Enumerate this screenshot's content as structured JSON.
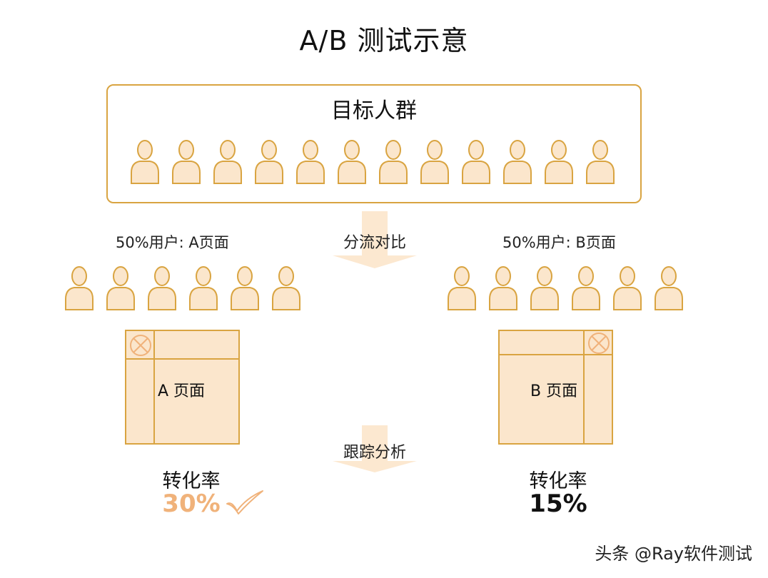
{
  "title": "A/B 测试示意",
  "target_group": {
    "label": "目标人群",
    "person_count": 12
  },
  "split": {
    "label": "分流对比"
  },
  "group_a": {
    "label": "50%用户: A页面",
    "person_count": 6,
    "page_label": "A 页面",
    "conversion_label": "转化率",
    "conversion_rate": "30%",
    "winner": true
  },
  "group_b": {
    "label": "50%用户: B页面",
    "person_count": 6,
    "page_label": "B 页面",
    "conversion_label": "转化率",
    "conversion_rate": "15%"
  },
  "tracking": {
    "label": "跟踪分析"
  },
  "watermark": "头条 @Ray软件测试",
  "colors": {
    "stroke": "#d9a441",
    "fill": "#fbe6cc",
    "arrow": "#fce8d0",
    "highlight": "#f0b27a"
  }
}
